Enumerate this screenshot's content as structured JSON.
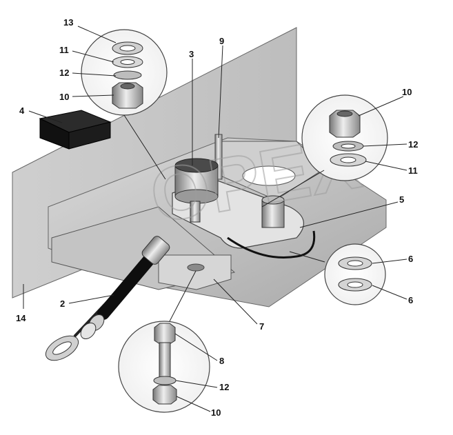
{
  "watermark": "OPEX",
  "callouts": [
    {
      "id": "c2",
      "text": "2"
    },
    {
      "id": "c3",
      "text": "3"
    },
    {
      "id": "c4",
      "text": "4"
    },
    {
      "id": "c5",
      "text": "5"
    },
    {
      "id": "c6a",
      "text": "6"
    },
    {
      "id": "c6b",
      "text": "6"
    },
    {
      "id": "c7",
      "text": "7"
    },
    {
      "id": "c8",
      "text": "8"
    },
    {
      "id": "c9",
      "text": "9"
    },
    {
      "id": "c10a",
      "text": "10"
    },
    {
      "id": "c10b",
      "text": "10"
    },
    {
      "id": "c10c",
      "text": "10"
    },
    {
      "id": "c11a",
      "text": "11"
    },
    {
      "id": "c11b",
      "text": "11"
    },
    {
      "id": "c12a",
      "text": "12"
    },
    {
      "id": "c12b",
      "text": "12"
    },
    {
      "id": "c12c",
      "text": "12"
    },
    {
      "id": "c13",
      "text": "13"
    },
    {
      "id": "c14",
      "text": "14"
    }
  ]
}
